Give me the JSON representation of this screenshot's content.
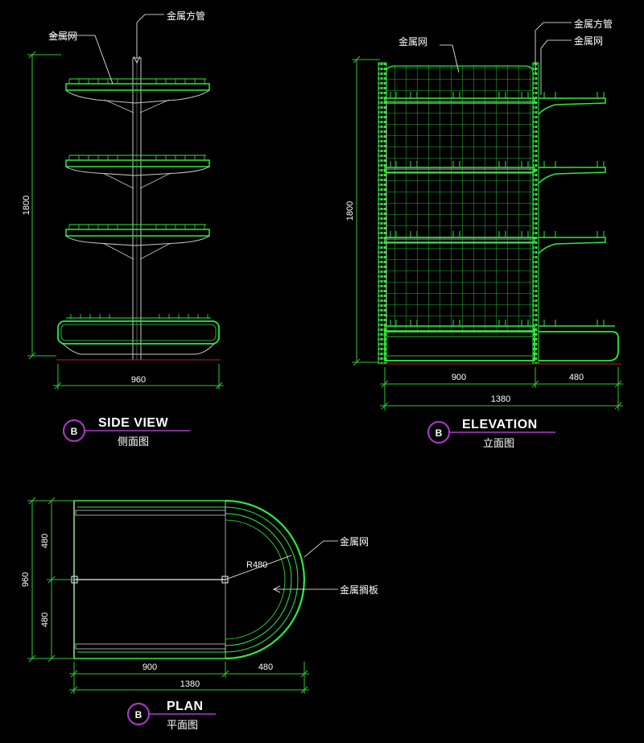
{
  "colors": {
    "background": "#000000",
    "shelf": "#2eea3a",
    "frame": "#c8c8c8",
    "dimension": "#2ec832",
    "marker": "#b03ad0",
    "leader": "#ffffff",
    "base": "#c02020"
  },
  "side_view": {
    "label_square_tube": "金属方管",
    "label_mesh": "金属网",
    "dim_height": "1800",
    "dim_width": "960",
    "mark": "B",
    "title_en": "SIDE VIEW",
    "title_cn": "侧面图"
  },
  "elevation": {
    "label_mesh_left": "金属网",
    "label_square_tube": "金属方管",
    "label_mesh_right": "金属网",
    "dim_height": "1800",
    "dim_900": "900",
    "dim_480": "480",
    "dim_total": "1380",
    "mark": "B",
    "title_en": "ELEVATION",
    "title_cn": "立面图"
  },
  "plan": {
    "dim_depth": "960",
    "dim_half_top": "480",
    "dim_half_bottom": "480",
    "dim_900": "900",
    "dim_480": "480",
    "dim_total": "1380",
    "radius": "R480",
    "label_mesh": "金属网",
    "label_shelf_plate": "金属搁板",
    "mark": "B",
    "title_en": "PLAN",
    "title_cn": "平面图"
  }
}
